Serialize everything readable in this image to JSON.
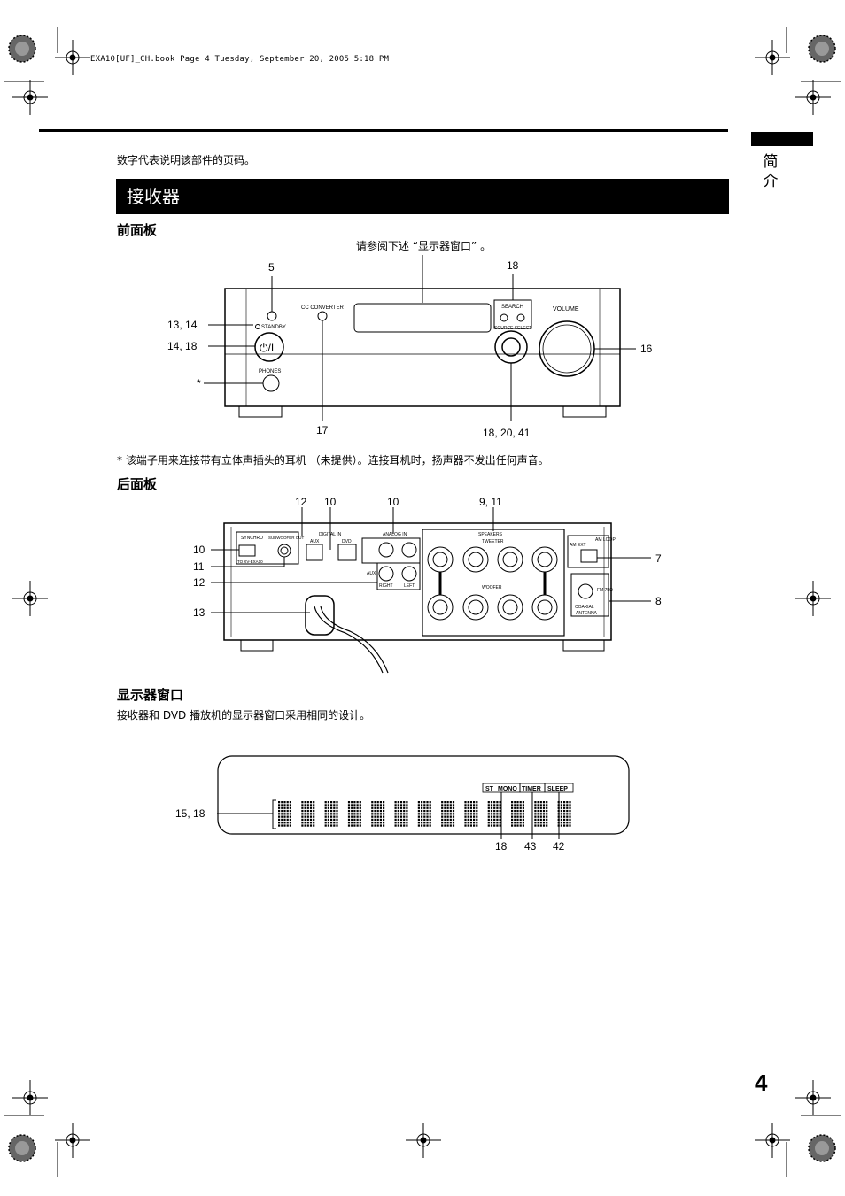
{
  "header": {
    "file_line": "EXA10[UF]_CH.book  Page 4  Tuesday, September 20, 2005  5:18 PM"
  },
  "intro": "数字代表说明该部件的页码。",
  "section_title": "接收器",
  "side_tab": {
    "line1": "简",
    "line2": "介"
  },
  "front_panel": {
    "heading": "前面板",
    "display_note": "请参阅下述 “显示器窗口” 。",
    "panel_labels": {
      "cd_converter": "CC CONVERTER",
      "standby": "STANDBY",
      "search": "SEARCH",
      "source_select": "SOURCE SELECT",
      "volume": "VOLUME",
      "phones": "PHONES",
      "power": "⏻/I"
    },
    "callouts": {
      "c5": "5",
      "c18_top": "18",
      "c13_14": "13, 14",
      "c14_18": "14, 18",
      "c_star": "*",
      "c16": "16",
      "c17": "17",
      "c18_20_41": "18, 20, 41"
    },
    "footnote": "*  该端子用来连接带有立体声插头的耳机 （未提供）。连接耳机时，扬声器不发出任何声音。"
  },
  "rear_panel": {
    "heading": "后面板",
    "panel_labels": {
      "synchro": "SYNCHRO",
      "subwoofer_out": "SUBWOOFER OUT",
      "to_xv": "TO XV-EXA10",
      "digital_in": "DIGITAL IN",
      "aux": "AUX",
      "dvd": "DVD",
      "analog_in": "ANALOG IN",
      "aux2": "AUX",
      "right": "RIGHT",
      "left": "LEFT",
      "speakers": "SPEAKERS",
      "tweeter": "TWEETER",
      "woofer": "WOOFER",
      "am_ext": "AM EXT",
      "am_loop": "AM LOOP",
      "fm": "FM 75Ω",
      "coaxial": "COAXIAL",
      "antenna": "ANTENNA"
    },
    "callouts": {
      "c12": "12",
      "c10a": "10",
      "c10b": "10",
      "c9_11": "9, 11",
      "c10_left": "10",
      "c11_left": "11",
      "c12_left": "12",
      "c13_left": "13",
      "c7": "7",
      "c8": "8"
    }
  },
  "display_window": {
    "heading": "显示器窗口",
    "description": "接收器和 DVD 播放机的显示器窗口采用相同的设计。",
    "indicators": {
      "st": "ST",
      "mono": "MONO",
      "timer": "TIMER",
      "sleep": "SLEEP"
    },
    "callouts": {
      "c15_18": "15, 18",
      "c18": "18",
      "c43": "43",
      "c42": "42"
    }
  },
  "page_number": "4"
}
